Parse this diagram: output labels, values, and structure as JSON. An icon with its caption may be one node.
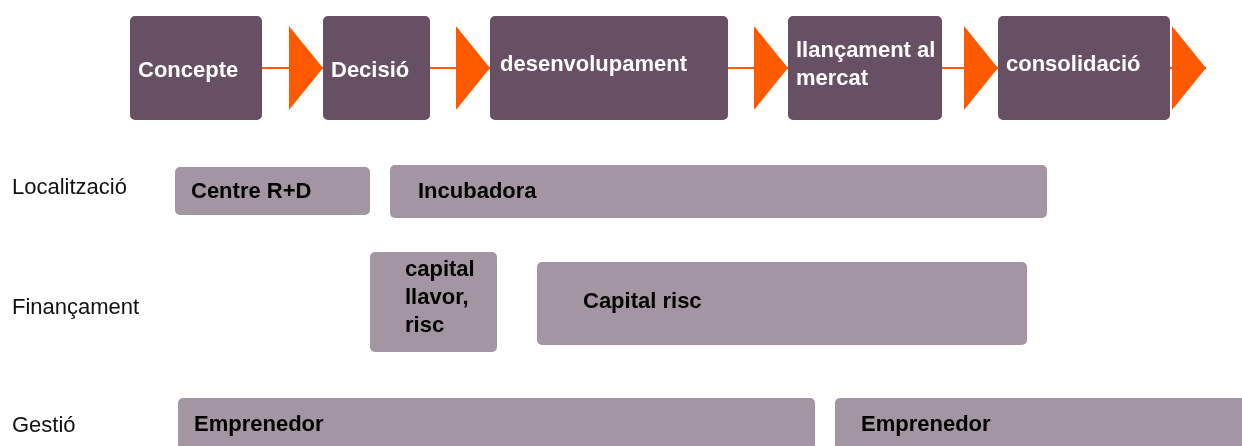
{
  "diagram": {
    "nodes": [
      {
        "text": [
          "Concepte"
        ]
      },
      {
        "text": [
          "Decisió"
        ]
      },
      {
        "text": [
          "desenvolupament"
        ]
      },
      {
        "text": [
          "llançament al mercat"
        ]
      },
      {
        "text": [
          "consolidació"
        ]
      },
      {
        "text": [
          "Centre R+D"
        ]
      },
      {
        "text": [
          "Incubadora"
        ]
      },
      {
        "text": [
          "capital llavor, risc"
        ]
      },
      {
        "text": [
          "Capital risc"
        ]
      },
      {
        "text": [
          "Emprenedor"
        ]
      },
      {
        "text": [
          "Emprenedor"
        ]
      }
    ],
    "edges": [
      {
        "from": 0,
        "to": 1,
        "arrow": "to"
      },
      {
        "from": 1,
        "to": 2,
        "arrow": "to"
      },
      {
        "from": 2,
        "to": 3,
        "arrow": "to"
      },
      {
        "from": 3,
        "to": 4,
        "arrow": "to"
      },
      {
        "from": 4,
        "to": null,
        "arrow": "to"
      }
    ],
    "labels": [
      "Localització",
      "Finançament",
      "Gestió"
    ]
  }
}
